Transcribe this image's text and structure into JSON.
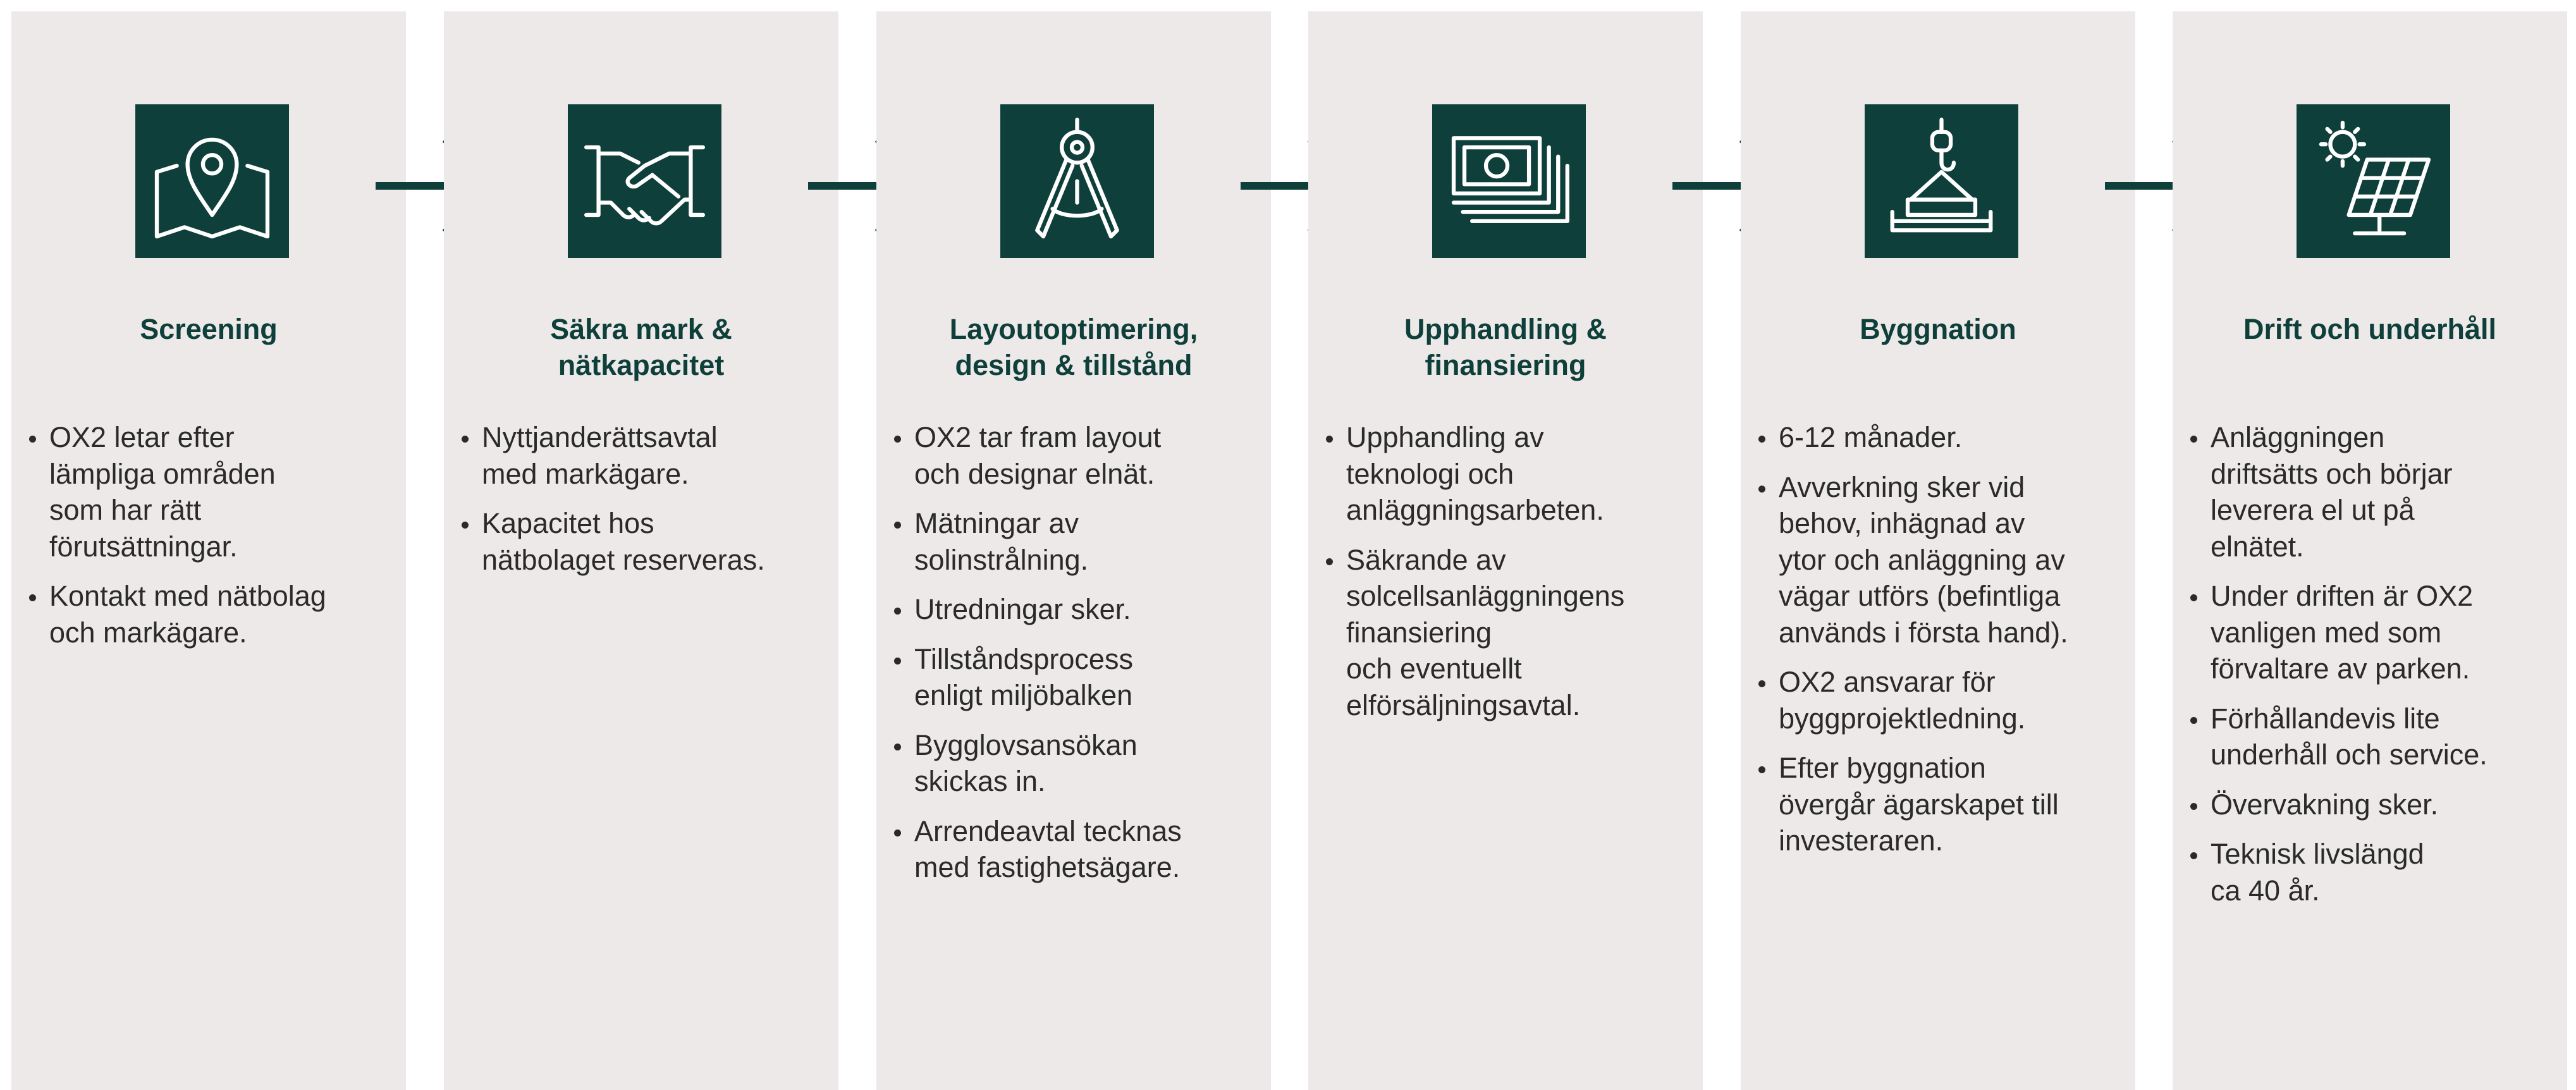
{
  "colors": {
    "panel": "#ede9e8",
    "accent": "#0e3f3a",
    "text": "#2a2a2a"
  },
  "steps": [
    {
      "icon": "map-pin-icon",
      "title": "Screening",
      "bullets": [
        "OX2 letar efter\nlämpliga områden\nsom har rätt\nförutsättningar.",
        "Kontakt med nätbolag\noch markägare."
      ]
    },
    {
      "icon": "handshake-icon",
      "title": "Säkra mark &\nnätkapacitet",
      "bullets": [
        "Nyttjanderättsavtal\nmed markägare.",
        "Kapacitet hos\nnätbolaget reserveras."
      ]
    },
    {
      "icon": "compass-icon",
      "title": "Layoutoptimering,\ndesign & tillstånd",
      "bullets": [
        "OX2 tar fram layout\noch designar elnät.",
        "Mätningar av\nsolinstrålning.",
        "Utredningar sker.",
        "Tillståndsprocess\nenligt miljöbalken",
        "Bygglovsansökan\nskickas in.",
        "Arrendeavtal tecknas\nmed fastighetsägare."
      ]
    },
    {
      "icon": "money-stack-icon",
      "title": "Upphandling &\nfinansiering",
      "bullets": [
        "Upphandling av\nteknologi och\nanläggningsarbeten.",
        "Säkrande av\nsolcellsanläggningens\nfinansiering\noch eventuellt\nelförsäljningsavtal."
      ]
    },
    {
      "icon": "crane-hook-icon",
      "title": "Byggnation",
      "bullets": [
        "6-12 månader.",
        "Avverkning sker vid\nbehov, inhägnad av\nytor och anläggning av\nvägar utförs (befintliga\nanvänds i första hand).",
        "OX2 ansvarar för\nbyggprojektledning.",
        "Efter byggnation\növergår ägarskapet till\ninvesteraren."
      ]
    },
    {
      "icon": "solar-panel-icon",
      "title": "Drift och underhåll",
      "bullets": [
        "Anläggningen\ndriftsätts och börjar\nleverera el ut på\nelnätet.",
        "Under driften är OX2\nvanligen med som\nförvaltare av parken.",
        "Förhållandevis lite\nunderhåll och service.",
        "Övervakning sker.",
        "Teknisk livslängd\nca 40 år."
      ]
    }
  ]
}
